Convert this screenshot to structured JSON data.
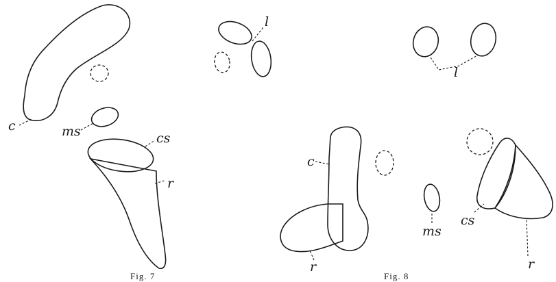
{
  "figures": [
    {
      "caption": "Fig. 7",
      "labels": {
        "c": "c",
        "ms": "ms",
        "l": "l",
        "cs": "cs",
        "r": "r"
      }
    },
    {
      "caption": "Fig. 8",
      "labels": {
        "c": "c",
        "l": "l",
        "ms": "ms",
        "cs": "cs",
        "r": "r"
      }
    }
  ]
}
